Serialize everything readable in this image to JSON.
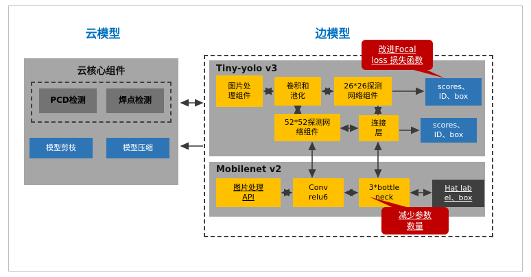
{
  "titles": {
    "cloud": "云模型",
    "edge": "边模型"
  },
  "cloud": {
    "title": "云核心组件",
    "pcd": "PCD检测",
    "weld": "焊点检测",
    "prune": "模型剪枝",
    "compress": "模型压缩"
  },
  "edge": {
    "tiny": {
      "title": "Tiny-yolo v3",
      "img_proc": "图片处\n理组件",
      "conv_pool": "卷积和\n池化",
      "det26": "26*26探测\n网络组件",
      "det52": "52*52探测网\n络组件",
      "concat": "连接\n层",
      "out1": "scores、\nID、box",
      "out2": "scores、\nID、box"
    },
    "mobilenet": {
      "title": "Mobilenet v2",
      "img_api": "图片处理\nAPI",
      "conv_relu": "Conv\nrelu6",
      "bottleneck": "3*bottle\nneck",
      "hat": "Hat lab\nel、box"
    }
  },
  "callouts": {
    "focal": "改进Focal\nloss 损失函数",
    "params": "减少参数\n数量"
  },
  "colors": {
    "node_yellow": "#ffc000",
    "node_blue": "#2e75b6",
    "callout_red": "#c00000",
    "panel_gray": "#a6a6a6",
    "title_blue": "#0070c0"
  }
}
